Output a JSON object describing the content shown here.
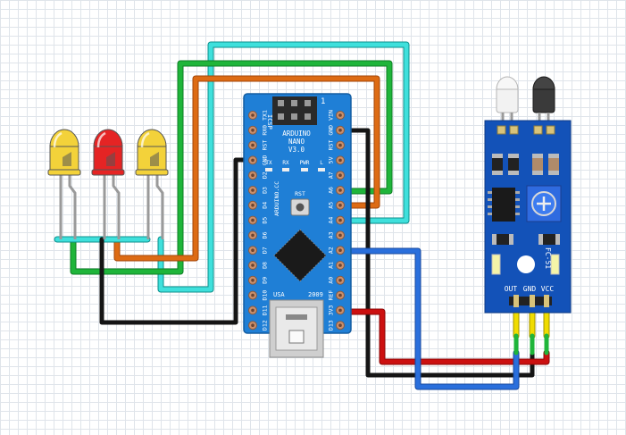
{
  "title": "",
  "board": {
    "header_label": "ICSP",
    "header_pin_mark": "1",
    "brand": "ARDUINO",
    "model": "NANO",
    "version": "V3.0",
    "site": "ARDUINO.CC",
    "made_in": "USA",
    "year": "2009",
    "reset_label": "RST",
    "led_labels": [
      "TX",
      "RX",
      "PWR",
      "L"
    ],
    "left_pins": [
      "TX1",
      "RX0",
      "RST",
      "GND",
      "D2",
      "D3",
      "D4",
      "D5",
      "D6",
      "D7",
      "D8",
      "D9",
      "D10",
      "D11",
      "D12"
    ],
    "right_pins": [
      "VIN",
      "GND",
      "RST",
      "5V",
      "A7",
      "A6",
      "A5",
      "A4",
      "A3",
      "A2",
      "A1",
      "A0",
      "REF",
      "3V3",
      "D13"
    ]
  },
  "sensor": {
    "model": "FC-51",
    "pin_labels": [
      "OUT",
      "GND",
      "VCC"
    ]
  },
  "leds": [
    {
      "color_name": "yellow",
      "fill": "#f3d23a"
    },
    {
      "color_name": "red",
      "fill": "#e52424"
    },
    {
      "color_name": "yellow",
      "fill": "#f3d23a"
    }
  ],
  "wire_colors": {
    "green": "#1fb53a",
    "orange": "#dd6b14",
    "cyan": "#3fe0dc",
    "black": "#151515",
    "red": "#cc1010",
    "blue": "#2a6fdc",
    "yellow": "#f0dc00"
  },
  "board_color": "#1f7fd6",
  "sensor_color": "#1352b8"
}
